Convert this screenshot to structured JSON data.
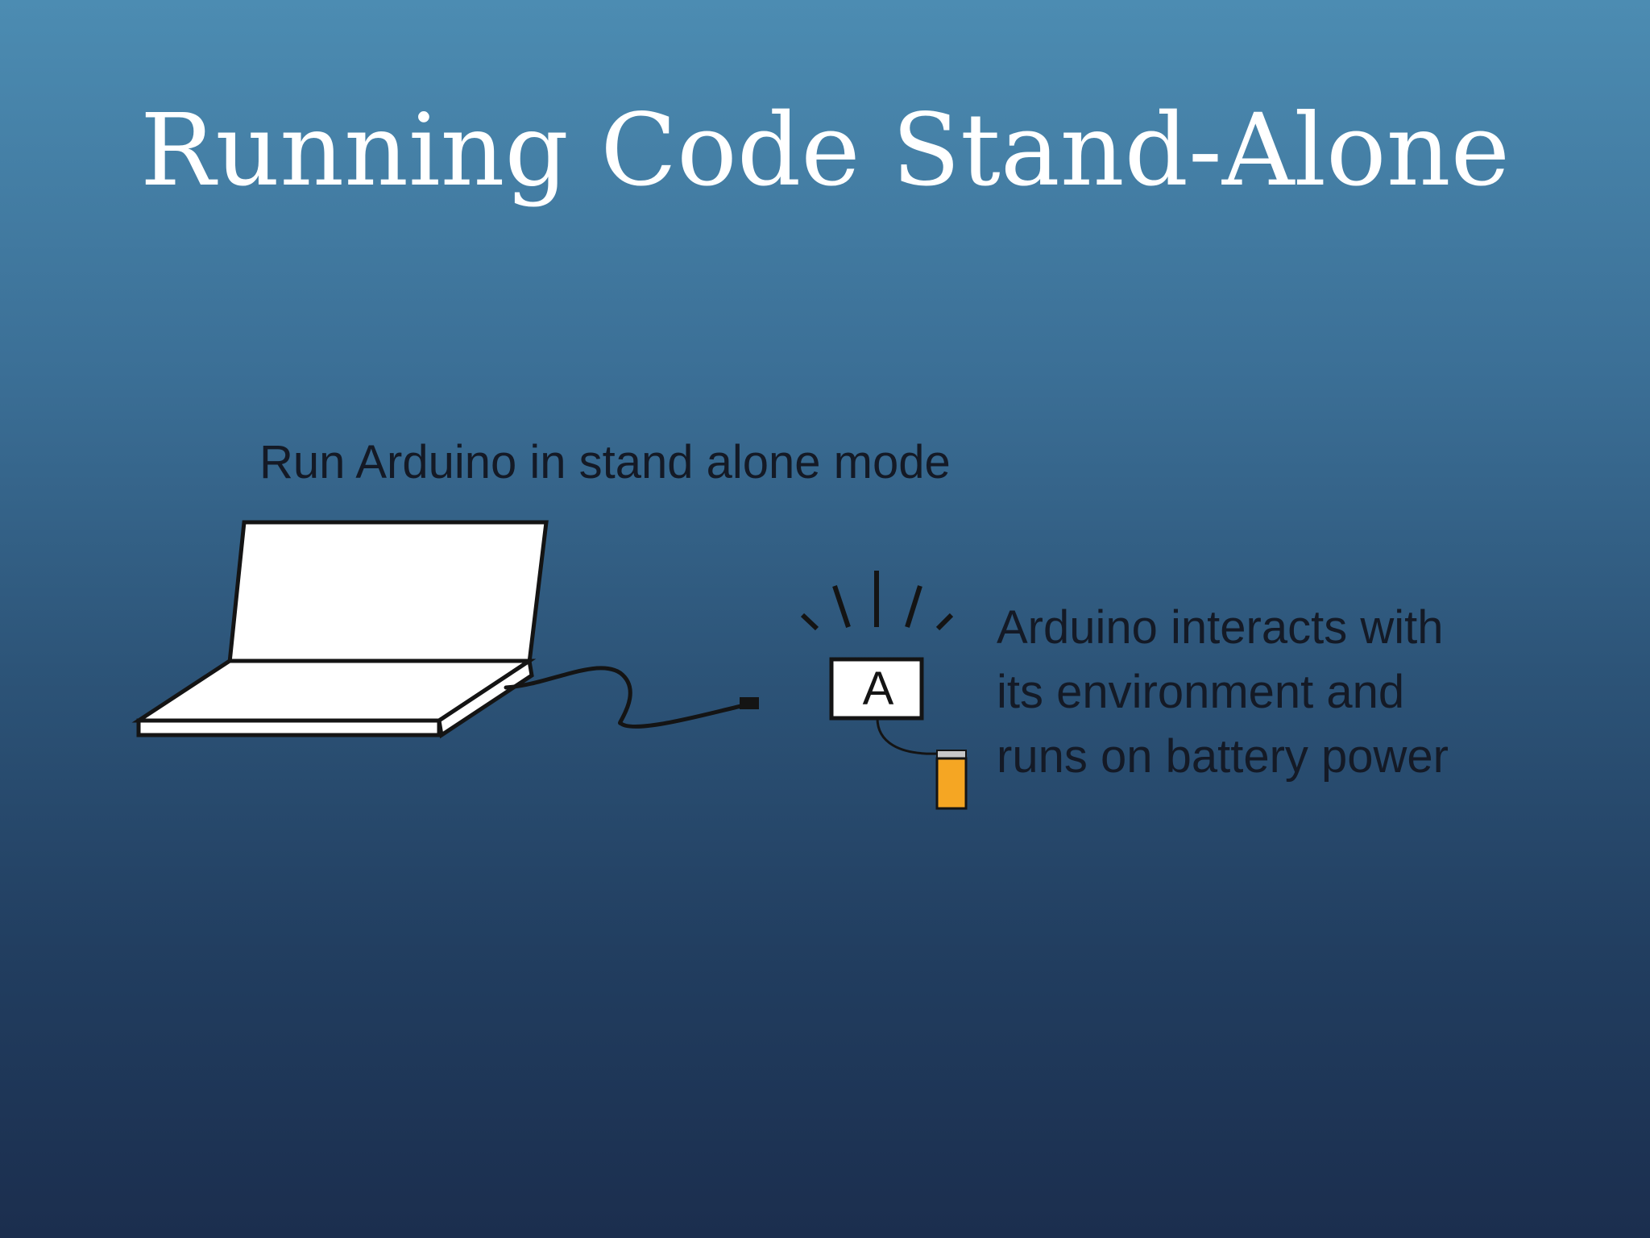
{
  "slide": {
    "title": "Running Code Stand-Alone"
  },
  "diagram": {
    "heading": "Run Arduino in stand alone mode",
    "board_label": "A",
    "description_lines": [
      "Arduino interacts with",
      "its environment and",
      "runs on battery power"
    ],
    "colors": {
      "battery": "#f5a623",
      "outline": "#141414",
      "device_fill": "#ffffff"
    },
    "icons": [
      "laptop-icon",
      "usb-cable-icon",
      "arduino-board-icon",
      "battery-icon",
      "activity-rays-icon"
    ]
  }
}
